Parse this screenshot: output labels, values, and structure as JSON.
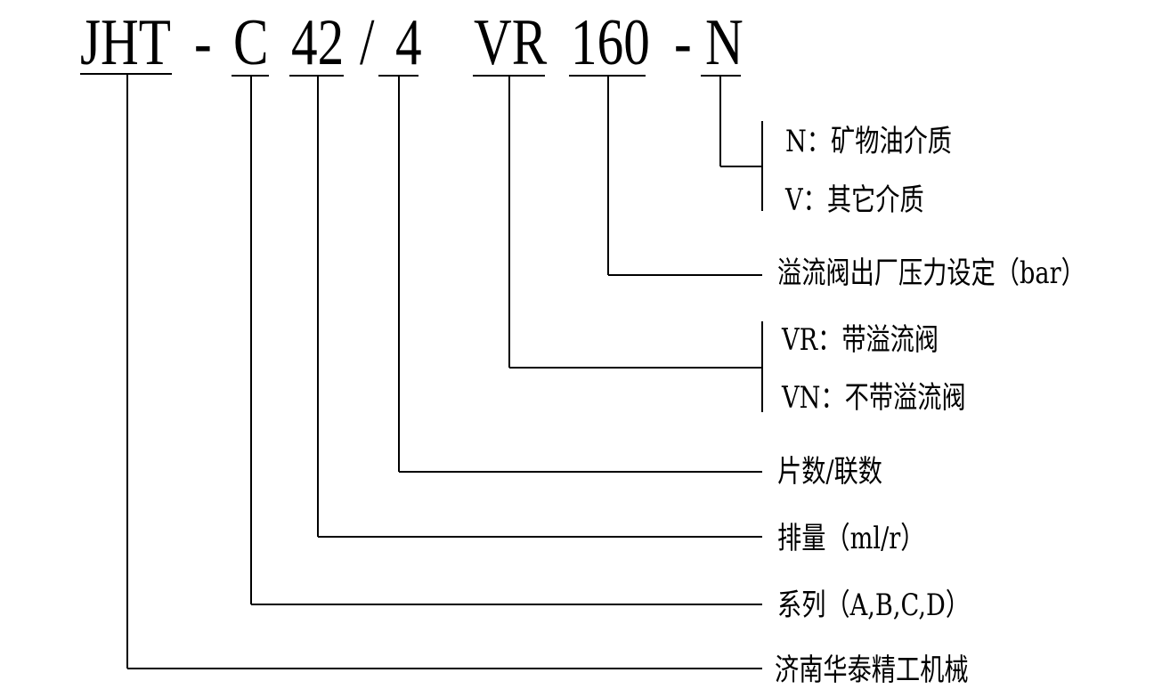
{
  "model_code": {
    "segments": [
      "JHT",
      "-",
      "C",
      "42",
      "/",
      "4",
      "VR",
      "160",
      "-",
      "N"
    ]
  },
  "legend": {
    "medium_n": "N：矿物油介质",
    "medium_v": "V：其它介质",
    "relief_pressure": "溢流阀出厂压力设定（bar）",
    "vr": "VR：带溢流阀",
    "vn": "VN：不带溢流阀",
    "sections": "片数/联数",
    "displacement": "排量（ml/r）",
    "series": "系列（A,B,C,D）",
    "manufacturer": "济南华泰精工机械"
  }
}
